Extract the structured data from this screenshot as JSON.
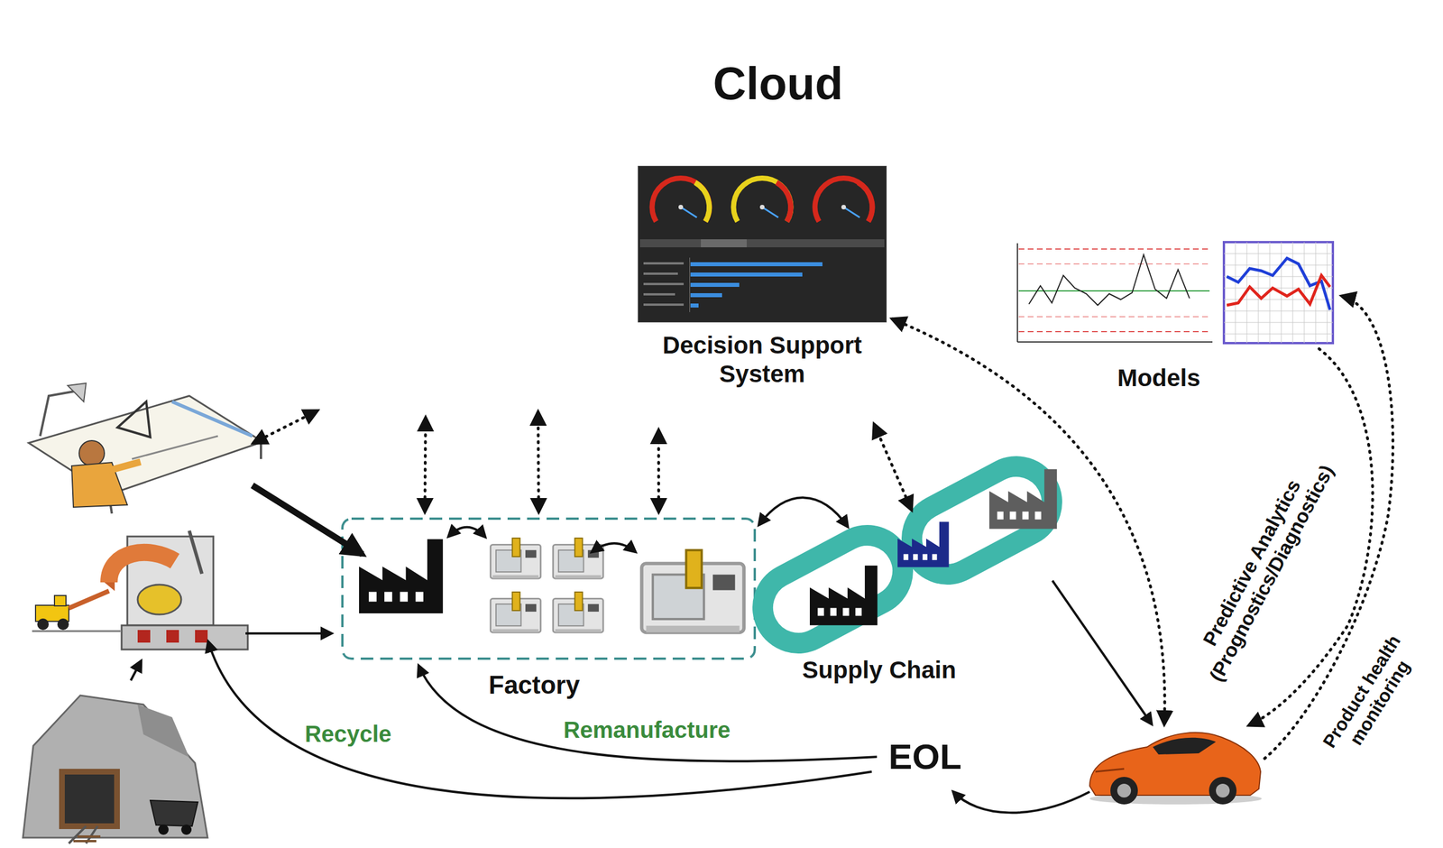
{
  "diagram": {
    "nodes": [
      {
        "text": [
          "Cloud"
        ]
      },
      {
        "text": [
          "Decision Support System"
        ],
        "in": 0
      },
      {
        "text": [
          "Models"
        ],
        "in": 0
      },
      {
        "text": [
          "Factory"
        ]
      },
      {
        "text": [
          "Supply Chain"
        ]
      },
      {
        "text": [
          "EOL"
        ]
      }
    ],
    "edges": [
      {
        "from": 3,
        "to": 0,
        "arrow": "both"
      },
      {
        "from": 3,
        "to": 0,
        "arrow": "both"
      },
      {
        "from": 3,
        "to": 0,
        "arrow": "both"
      },
      {
        "from": 3,
        "to": 4,
        "arrow": "both"
      },
      {
        "from": 4,
        "to": 0,
        "arrow": "both"
      },
      {
        "from": 5,
        "to": 3,
        "label": "Remanufacture",
        "arrow": "to"
      }
    ],
    "labels": [
      "Recycle",
      "Predictive Analytics (Prognostics/Diagnostics)",
      "Product health monitoring"
    ]
  }
}
